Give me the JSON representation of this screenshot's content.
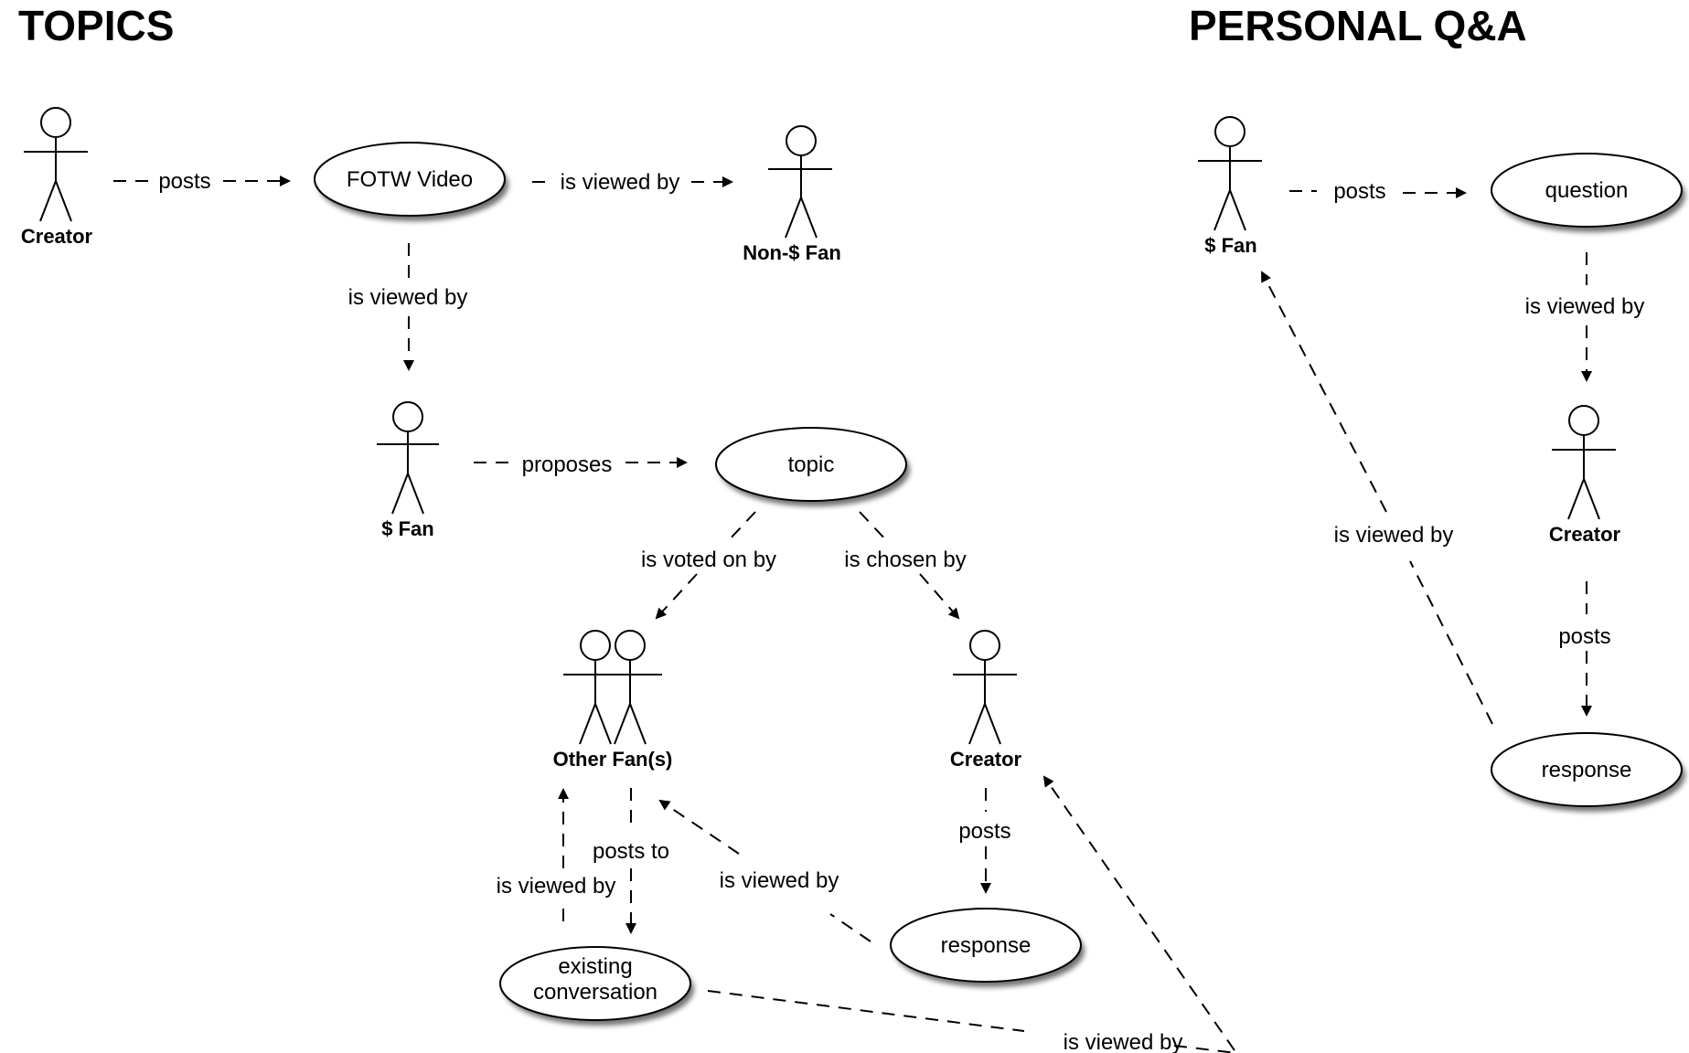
{
  "sections": {
    "topics_title": "TOPICS",
    "personal_qa_title": "PERSONAL Q&A"
  },
  "actors": {
    "t_creator": "Creator",
    "t_nonpaid_fan": "Non-$ Fan",
    "t_paid_fan": "$ Fan",
    "t_other_fans": "Other Fan(s)",
    "t_creator_2": "Creator",
    "p_paid_fan": "$ Fan",
    "p_creator": "Creator"
  },
  "nodes": {
    "t_fotw_video": "FOTW Video",
    "t_topic": "topic",
    "t_existing_line1": "existing",
    "t_existing_line2": "conversation",
    "t_response": "response",
    "p_question": "question",
    "p_response": "response"
  },
  "edges": {
    "t_creator_posts": "posts",
    "t_video_viewed_nonfan": "is viewed by",
    "t_video_viewed_fan": "is viewed by",
    "t_fan_proposes": "proposes",
    "t_topic_voted": "is voted on by",
    "t_topic_chosen": "is chosen by",
    "t_others_posts_to": "posts to",
    "t_existing_viewed_others": "is viewed by",
    "t_creator_posts_response": "posts",
    "t_response_viewed_others": "is viewed by",
    "t_existing_viewed_creator": "is viewed by",
    "p_fan_posts": "posts",
    "p_question_viewed": "is viewed by",
    "p_creator_posts": "posts",
    "p_response_viewed": "is viewed by"
  }
}
